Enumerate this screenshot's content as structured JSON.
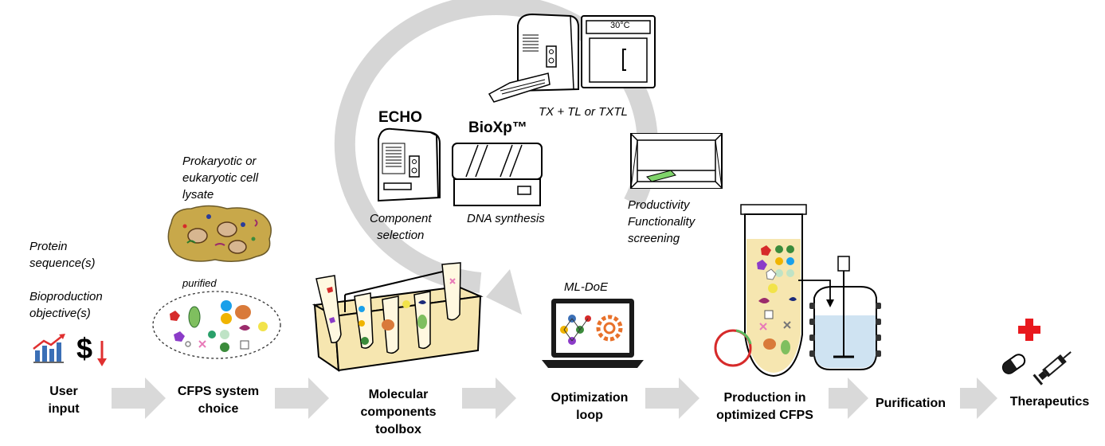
{
  "stages": [
    {
      "id": "user",
      "line1": "User",
      "line2": "input"
    },
    {
      "id": "cfps",
      "line1": "CFPS system",
      "line2": "choice"
    },
    {
      "id": "toolbox",
      "line1": "Molecular",
      "line2": "components",
      "line3": "toolbox"
    },
    {
      "id": "loop",
      "line1": "Optimization",
      "line2": "loop"
    },
    {
      "id": "production",
      "line1": "Production in",
      "line2": "optimized CFPS"
    },
    {
      "id": "purification",
      "line1": "Purification"
    },
    {
      "id": "therapeutics",
      "line1": "Therapeutics"
    }
  ],
  "user_input": {
    "line1": "Protein",
    "line2": "sequence(s)",
    "line3": "Bioproduction",
    "line4": "objective(s)",
    "dollar": "$"
  },
  "lysate": {
    "line1": "Prokaryotic or",
    "line2": "eukaryotic cell",
    "line3": "lysate",
    "purified": "purified"
  },
  "loop_labels": {
    "echo": "ECHO",
    "bioxp": "BioXp™",
    "component_1": "Component",
    "component_2": "selection",
    "dna": "DNA synthesis",
    "txtl": "TX + TL or TXTL",
    "incubator_temp": "30°C",
    "screen_1": "Productivity",
    "screen_2": "Functionality",
    "screen_3": "screening",
    "ml": "ML-DoE"
  },
  "colors": {
    "loop_arrow": "#d6d6d6",
    "flow_arrow": "#d9d9d9",
    "lysate": "#c8a84a",
    "tube_liquid": "#f6e6b0",
    "cross": "#e8191e",
    "plasmid_red": "#d62a2a",
    "plasmid_green": "#5cb85c",
    "reactor_liquid": "#cfe3f2"
  }
}
